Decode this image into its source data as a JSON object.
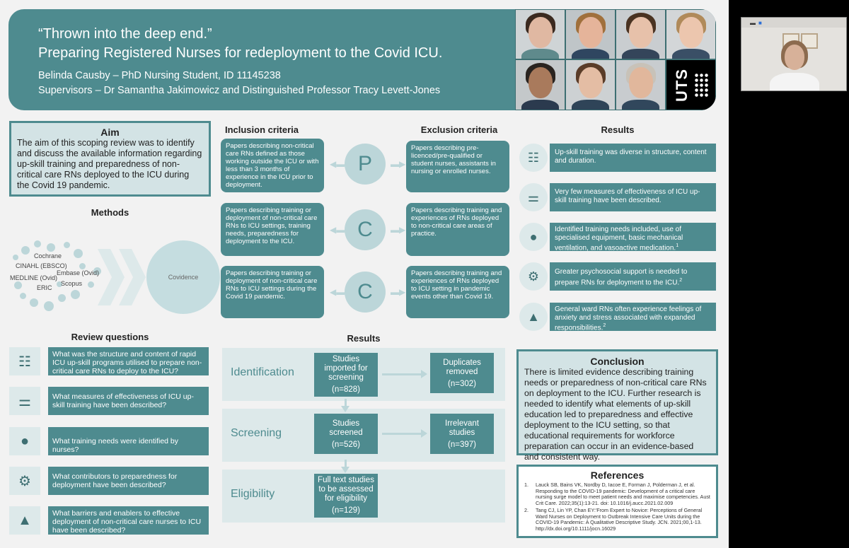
{
  "header": {
    "title_line1": "“Thrown into the deep end.”",
    "title_line2": "Preparing Registered Nurses for redeployment to the Covid ICU.",
    "author": "Belinda Causby – PhD Nursing Student, ID 11145238",
    "supervisors": "Supervisors – Dr Samantha Jakimowicz and Distinguished Professor Tracy Levett-Jones",
    "logo_text": "UTS"
  },
  "aim": {
    "title": "Aim",
    "text": "The aim of this scoping review was to identify and discuss the available information regarding up-skill training and preparedness of non-critical care RNs deployed to the ICU during the Covid 19 pandemic."
  },
  "methods": {
    "title": "Methods",
    "databases": [
      "Cochrane",
      "CINAHL (EBSCO)",
      "MEDLINE (Ovid)",
      "Embase (Ovid)",
      "Scopus",
      "ERIC"
    ],
    "tool": "Covidence"
  },
  "review_questions": {
    "title": "Review questions",
    "items": [
      {
        "icon": "presentation-icon",
        "text": "What was the structure and content of rapid ICU up-skill programs utilised to prepare non-critical care RNs to deploy to the ICU?"
      },
      {
        "icon": "patient-bed-icon",
        "text": "What measures of effectiveness of ICU up-skill training have been described?"
      },
      {
        "icon": "team-icon",
        "text": "What training needs were identified by nurses?"
      },
      {
        "icon": "head-gear-icon",
        "text": "What contributors to preparedness for deployment have been described?"
      },
      {
        "icon": "climbing-stairs-icon",
        "text": "What barriers and enablers to effective deployment of non-critical care nurses to ICU have been described?"
      }
    ]
  },
  "criteria": {
    "inclusion_title": "Inclusion criteria",
    "exclusion_title": "Exclusion criteria",
    "rows": [
      {
        "letter": "P",
        "inclusion": "Papers describing non-critical care RNs defined as those working outside the ICU or with less than 3 months of experience in the ICU prior to deployment.",
        "exclusion": "Papers describing pre-licenced/pre-qualified or student nurses, assistants in nursing or enrolled nurses."
      },
      {
        "letter": "C",
        "inclusion": "Papers describing training or deployment of non-critical care RNs to ICU settings, training needs, preparedness for deployment to the ICU.",
        "exclusion": "Papers describing training and experiences of RNs deployed to non-critical care areas of practice."
      },
      {
        "letter": "C",
        "inclusion": "Papers describing training or deployment of non-critical care RNs to ICU settings during the Covid 19 pandemic.",
        "exclusion": "Papers describing training and experiences of RNs deployed to ICU setting in pandemic events other than Covid 19."
      }
    ]
  },
  "flow": {
    "title": "Results",
    "stages": [
      {
        "label": "Identification",
        "main": "Studies imported for screening",
        "main_n": "(n=828)",
        "side": "Duplicates removed",
        "side_n": "(n=302)"
      },
      {
        "label": "Screening",
        "main": "Studies screened",
        "main_n": "(n=526)",
        "side": "Irrelevant studies",
        "side_n": "(n=397)"
      },
      {
        "label": "Eligibility",
        "main": "Full text studies to be assessed for eligibility",
        "main_n": "(n=129)"
      }
    ]
  },
  "results": {
    "title": "Results",
    "items": [
      {
        "icon": "teacher-icon",
        "text": "Up-skill training was diverse in structure, content and duration.",
        "sup": ""
      },
      {
        "icon": "patient-bed-icon",
        "text": "Very few measures of effectiveness of ICU up-skill training have been described.",
        "sup": ""
      },
      {
        "icon": "team-icon",
        "text": "Identified training needs included, use of specialised equipment, basic mechanical ventilation, and vasoactive medication.",
        "sup": "1"
      },
      {
        "icon": "head-gear-icon",
        "text": "Greater psychosocial support is needed to prepare RNs for deployment to the ICU.",
        "sup": "2"
      },
      {
        "icon": "climbing-stairs-icon",
        "text": "General ward RNs often experience feelings of anxiety and stress associated with expanded responsibilities.",
        "sup": "2"
      }
    ]
  },
  "conclusion": {
    "title": "Conclusion",
    "text": "There is limited evidence describing training needs or preparedness of non-critical care RNs on deployment to the ICU. Further research is needed to identify what elements of up-skill education led to preparedness and effective deployment to the ICU setting, so that educational requirements for workforce preparation can occur in an evidence-based and consistent way."
  },
  "references": {
    "title": "References",
    "items": [
      {
        "n": "1.",
        "text": "Lauck SB, Bains VK, Nordby D, Iacoe E, Forman J, Polderman J, et al. Responding to the COVID-19 pandemic: Development of a critical care nursing surge model to meet patient needs and maximise competencies. Aust Crit Care. 2022;35(1):13-21. doi: 10.1016/j.aucc.2021.02.009"
      },
      {
        "n": "2.",
        "text": "Tang CJ, Lin YP, Chan EY:'From Expert to Novice: Perceptions of General Ward Nurses on Deployment to Outbreak Intensive Care Units during the COVID-19 Pandemic: A Qualitative Descriptive Study. JCN. 2021;00,1-13. http://dx.doi.org/10.1111/jocn.16029"
      }
    ]
  },
  "video_call": {
    "minimize_icon": "minimize-icon",
    "maximize_icon": "maximize-icon"
  }
}
